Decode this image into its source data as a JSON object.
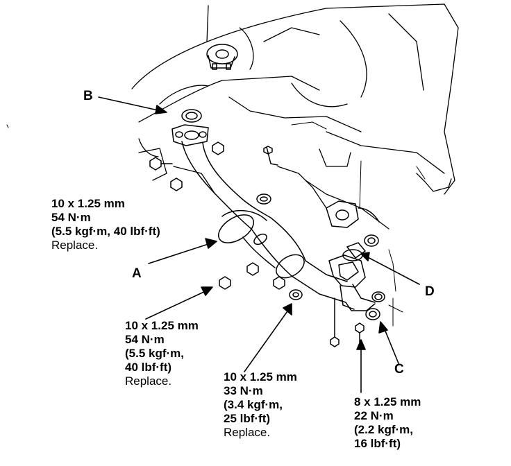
{
  "labels": {
    "a": "A",
    "b": "B",
    "c": "C",
    "d": "D"
  },
  "callouts": {
    "top_left": {
      "size": "10 x 1.25 mm",
      "torque_nm": "54 N·m",
      "torque_alt": "(5.5 kgf·m, 40 lbf·ft)",
      "note": "Replace."
    },
    "middle_left": {
      "size": "10 x 1.25 mm",
      "torque_nm": "54 N·m",
      "torque_alt_1": "(5.5 kgf·m,",
      "torque_alt_2": "40 lbf·ft)",
      "note": "Replace."
    },
    "bottom_center": {
      "size": "10 x 1.25 mm",
      "torque_nm": "33 N·m",
      "torque_alt_1": "(3.4 kgf·m,",
      "torque_alt_2": "25 lbf·ft)",
      "note": "Replace."
    },
    "bottom_right": {
      "size": "8 x 1.25 mm",
      "torque_nm": "22 N·m",
      "torque_alt_1": "(2.2 kgf·m,",
      "torque_alt_2": "16 lbf·ft)"
    }
  },
  "colors": {
    "line": "#000000",
    "background": "#ffffff"
  }
}
